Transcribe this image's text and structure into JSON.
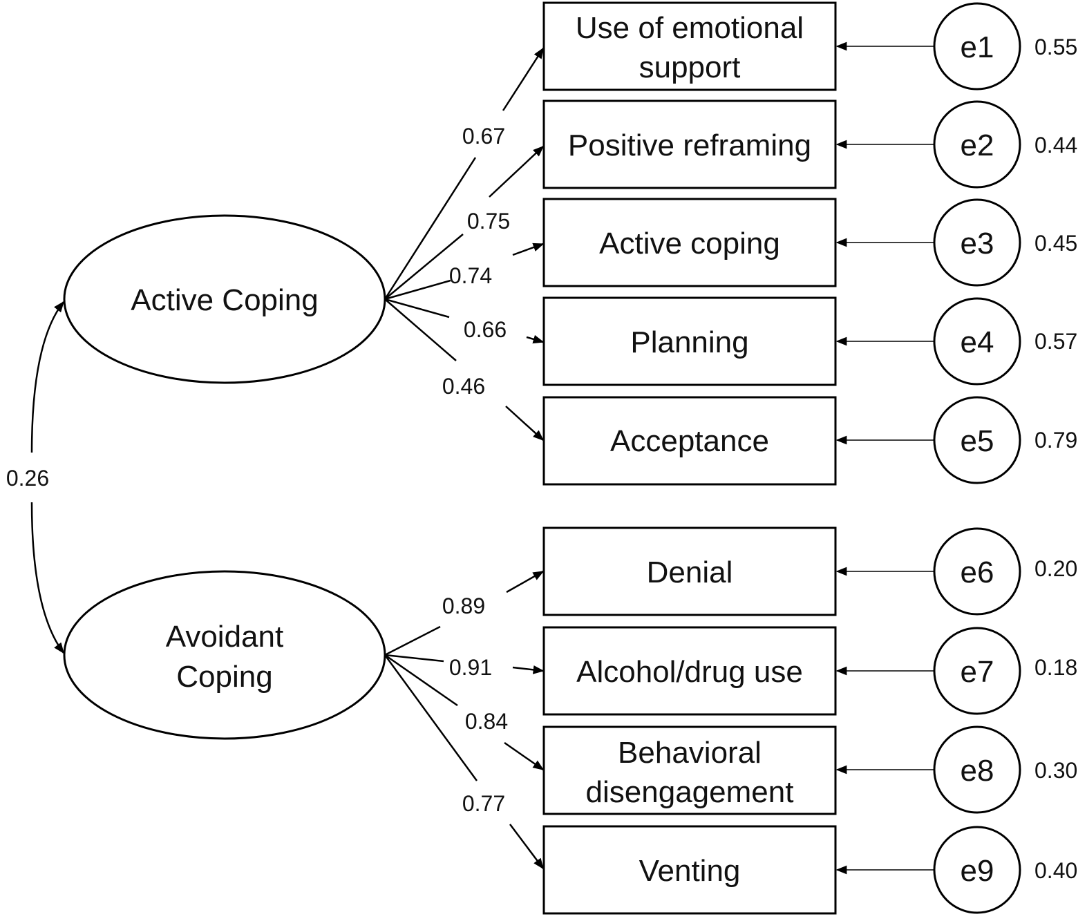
{
  "latents": {
    "active": {
      "label": "Active Coping"
    },
    "avoidant": {
      "label_line1": "Avoidant",
      "label_line2": "Coping"
    }
  },
  "correlation": {
    "value": "0.26"
  },
  "indicators": [
    {
      "line1": "Use of emotional",
      "line2": "support",
      "loading": "0.67",
      "error": "e1",
      "error_value": "0.55"
    },
    {
      "line1": "Positive reframing",
      "line2": "",
      "loading": "0.75",
      "error": "e2",
      "error_value": "0.44"
    },
    {
      "line1": "Active coping",
      "line2": "",
      "loading": "0.74",
      "error": "e3",
      "error_value": "0.45"
    },
    {
      "line1": "Planning",
      "line2": "",
      "loading": "0.66",
      "error": "e4",
      "error_value": "0.57"
    },
    {
      "line1": "Acceptance",
      "line2": "",
      "loading": "0.46",
      "error": "e5",
      "error_value": "0.79"
    },
    {
      "line1": "Denial",
      "line2": "",
      "loading": "0.89",
      "error": "e6",
      "error_value": "0.20"
    },
    {
      "line1": "Alcohol/drug use",
      "line2": "",
      "loading": "0.91",
      "error": "e7",
      "error_value": "0.18"
    },
    {
      "line1": "Behavioral",
      "line2": "disengagement",
      "loading": "0.84",
      "error": "e8",
      "error_value": "0.30"
    },
    {
      "line1": "Venting",
      "line2": "",
      "loading": "0.77",
      "error": "e9",
      "error_value": "0.40"
    }
  ]
}
